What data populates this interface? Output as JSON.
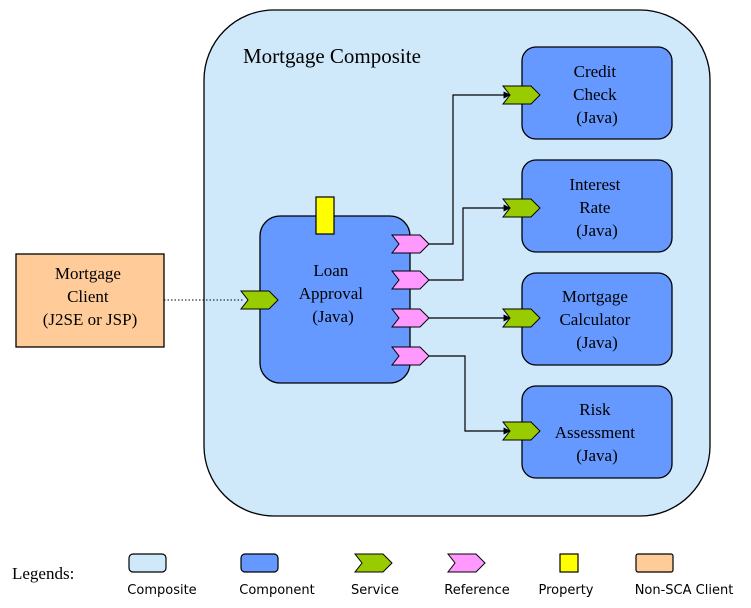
{
  "composite": {
    "title": "Mortgage Composite"
  },
  "client": {
    "lines": [
      "Mortgage",
      "Client",
      "(J2SE or JSP)"
    ]
  },
  "loan": {
    "lines": [
      "Loan",
      "Approval",
      "(Java)"
    ]
  },
  "components": [
    {
      "key": "credit",
      "lines": [
        "Credit",
        "Check",
        "(Java)"
      ]
    },
    {
      "key": "interest",
      "lines": [
        "Interest",
        "Rate",
        "(Java)"
      ]
    },
    {
      "key": "calculator",
      "lines": [
        "Mortgage",
        "Calculator",
        "(Java)"
      ]
    },
    {
      "key": "risk",
      "lines": [
        "Risk",
        "Assessment",
        "(Java)"
      ]
    }
  ],
  "legend": {
    "title": "Legends:",
    "items": [
      {
        "key": "composite",
        "label": "Composite"
      },
      {
        "key": "component",
        "label": "Component"
      },
      {
        "key": "service",
        "label": "Service"
      },
      {
        "key": "reference",
        "label": "Reference"
      },
      {
        "key": "property",
        "label": "Property"
      },
      {
        "key": "nonsca",
        "label": "Non-SCA Client"
      }
    ]
  },
  "colors": {
    "composite": "#cfe9fb",
    "component": "#6699ff",
    "service": "#99cc00",
    "reference": "#ff99ff",
    "property": "#ffff00",
    "client": "#ffcc99",
    "stroke": "#000000"
  }
}
